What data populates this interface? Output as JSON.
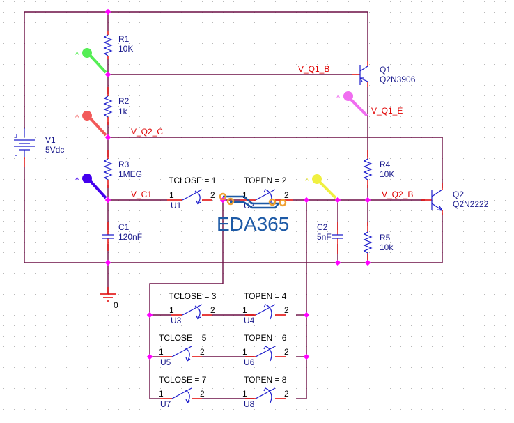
{
  "schematic": {
    "components": {
      "R1": {
        "ref": "R1",
        "value": "10K"
      },
      "R2": {
        "ref": "R2",
        "value": "1k"
      },
      "R3": {
        "ref": "R3",
        "value": "1MEG"
      },
      "R4": {
        "ref": "R4",
        "value": "10K"
      },
      "R5": {
        "ref": "R5",
        "value": "10k"
      },
      "C1": {
        "ref": "C1",
        "value": "120nF"
      },
      "C2": {
        "ref": "C2",
        "value": "5nF"
      },
      "V1": {
        "ref": "V1",
        "value": "5Vdc"
      },
      "Q1": {
        "ref": "Q1",
        "value": "Q2N3906"
      },
      "Q2": {
        "ref": "Q2",
        "value": "Q2N2222"
      },
      "GND": {
        "label": "0"
      }
    },
    "nets": {
      "q1_b": "V_Q1_B",
      "q1_e": "V_Q1_E",
      "q2_c": "V_Q2_C",
      "q2_b": "V_Q2_B",
      "c1": "V_C1"
    },
    "switches": [
      {
        "ref": "U1",
        "param": "TCLOSE = 1",
        "pin1": "1",
        "pin2": "2",
        "type": "close"
      },
      {
        "ref": "U2",
        "param": "TOPEN = 2",
        "pin1": "1",
        "pin2": "2",
        "type": "open"
      },
      {
        "ref": "U3",
        "param": "TCLOSE = 3",
        "pin1": "1",
        "pin2": "2",
        "type": "close"
      },
      {
        "ref": "U4",
        "param": "TOPEN = 4",
        "pin1": "1",
        "pin2": "2",
        "type": "open"
      },
      {
        "ref": "U5",
        "param": "TCLOSE = 5",
        "pin1": "1",
        "pin2": "2",
        "type": "close"
      },
      {
        "ref": "U6",
        "param": "TOPEN = 6",
        "pin1": "1",
        "pin2": "2",
        "type": "open"
      },
      {
        "ref": "U7",
        "param": "TCLOSE = 7",
        "pin1": "1",
        "pin2": "2",
        "type": "close"
      },
      {
        "ref": "U8",
        "param": "TOPEN = 8",
        "pin1": "1",
        "pin2": "2",
        "type": "open"
      }
    ],
    "probes": [
      {
        "name": "probe-r1-r2",
        "color": "#55ee55"
      },
      {
        "name": "probe-v-q2-c",
        "color": "#f25a5a"
      },
      {
        "name": "probe-v-c1",
        "color": "#4400ee"
      },
      {
        "name": "probe-v-q1-e",
        "color": "#f06ef0"
      },
      {
        "name": "probe-c2",
        "color": "#f0f040"
      }
    ],
    "probe_marker": "^",
    "watermark": "EDA365"
  }
}
